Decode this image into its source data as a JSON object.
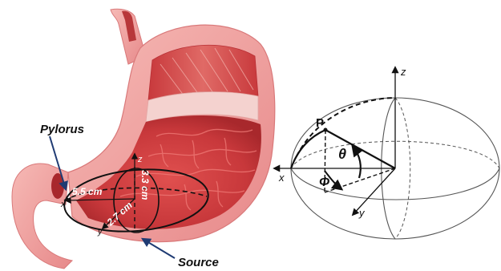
{
  "stomach": {
    "pylorus_label": "Pylorus",
    "source_label": "Source",
    "dim_long": "5.5 cm",
    "dim_height": "3.3 cm",
    "dim_depth": "2.7 cm",
    "axis_x": "x",
    "axis_y": "y",
    "axis_z": "z"
  },
  "ellipsoid": {
    "axis_x": "x",
    "axis_y": "y",
    "axis_z": "z",
    "point_label": "P",
    "theta_label": "θ",
    "phi_label": "Φ"
  },
  "colors": {
    "stomach_outer": "#f0a2a0",
    "stomach_inner": "#c8393c",
    "muscle": "#d8504e",
    "pointer": "#1f3b73",
    "ink": "#111111"
  }
}
